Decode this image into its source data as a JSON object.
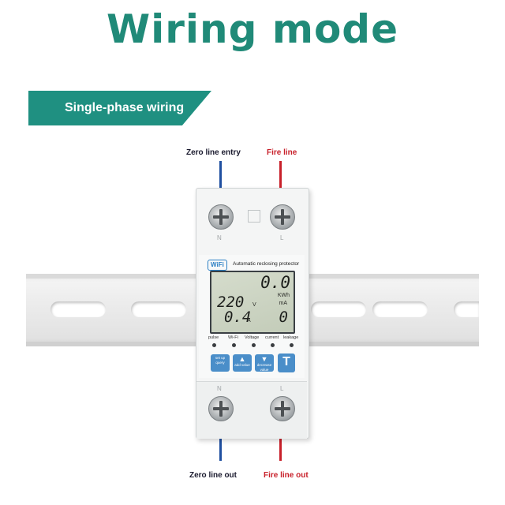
{
  "heading": "Wiring mode",
  "banner_label": "Single-phase wiring",
  "wires": {
    "top_left_label": "Zero line entry",
    "top_right_label": "Fire line",
    "bottom_left_label": "Zero line out",
    "bottom_right_label": "Fire line out"
  },
  "device": {
    "wifi_badge": "WiFi",
    "name": "Automatic reclosing protector",
    "terminal_top_left": "N",
    "terminal_top_right": "L",
    "terminal_bottom_left": "N",
    "terminal_bottom_right": "L",
    "display": {
      "energy_value": "0.0",
      "energy_unit": "KWh",
      "voltage_value": "220",
      "voltage_unit": "V",
      "leakage_unit": "mA",
      "current_value": "0.4",
      "current_unit": "A",
      "leakage_value": "0"
    },
    "indicators": [
      "pulse",
      "Wi-Fi",
      "Voltage",
      "current",
      "leakage"
    ],
    "buttons": {
      "set_label": "set up query",
      "up_label": "add value",
      "down_label": "decrease value",
      "test_label": "T"
    }
  },
  "colors": {
    "teal": "#1f9081",
    "title_teal": "#208a78",
    "zero_wire": "#1f4fa0",
    "fire_wire": "#c8202a"
  }
}
